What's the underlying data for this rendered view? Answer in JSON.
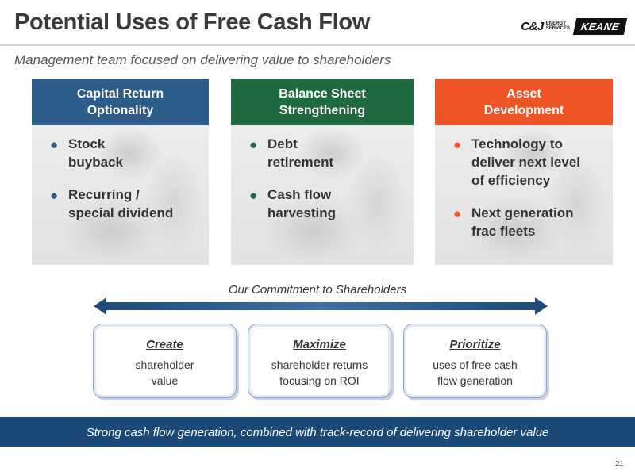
{
  "header": {
    "title": "Potential Uses of Free Cash Flow",
    "subtitle": "Management team focused on delivering value to shareholders",
    "logo_cj": "C&J",
    "logo_cj_sub_1": "ENERGY",
    "logo_cj_sub_2": "SERVICES",
    "logo_keane": "KEANE"
  },
  "cards": [
    {
      "heading": "Capital Return\nOptionality",
      "color": "#2e5c8a",
      "bullet_color": "#2e5c8a",
      "bullets": [
        "Stock\nbuyback",
        "Recurring /\nspecial dividend"
      ]
    },
    {
      "heading": "Balance Sheet\nStrengthening",
      "color": "#1f6a3e",
      "bullet_color": "#1f6a3e",
      "bullets": [
        "Debt\nretirement",
        "Cash flow\nharvesting"
      ]
    },
    {
      "heading": "Asset\nDevelopment",
      "color": "#ee5426",
      "bullet_color": "#ee5426",
      "bullets": [
        "Technology to\ndeliver next level\nof efficiency",
        "Next generation\nfrac fleets"
      ]
    }
  ],
  "commitment": {
    "label": "Our Commitment to Shareholders",
    "boxes": [
      {
        "heading": "Create",
        "text": "shareholder\nvalue"
      },
      {
        "heading": "Maximize",
        "text": "shareholder returns\nfocusing on ROI"
      },
      {
        "heading": "Prioritize",
        "text": "uses of free cash\nflow generation"
      }
    ]
  },
  "banner": {
    "text": "Strong cash flow generation, combined with track-record of delivering shareholder value"
  },
  "page_number": "21"
}
